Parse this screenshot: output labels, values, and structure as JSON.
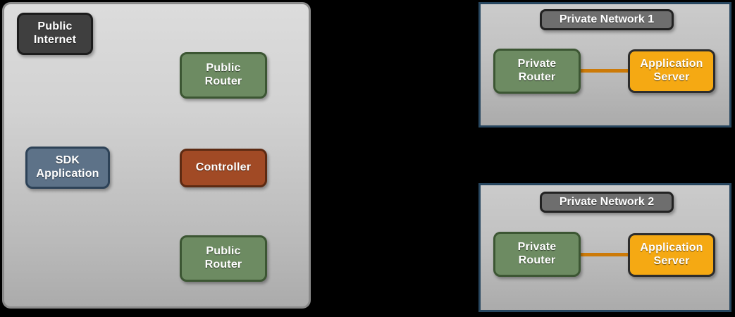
{
  "diagram": {
    "background_color": "#000000",
    "public_cloud": {
      "fill_top": "#dcdcdc",
      "fill_bottom": "#ababab",
      "border_color": "#8a8a8a",
      "nodes": [
        {
          "id": "public-internet",
          "label": "Public\nInternet",
          "kind": "dark",
          "fill": "#3f3f3f",
          "border": "#1c1c1c"
        },
        {
          "id": "public-router-1",
          "label": "Public\nRouter",
          "kind": "green",
          "fill": "#6d8b62",
          "border": "#3c5633"
        },
        {
          "id": "sdk-application",
          "label": "SDK\nApplication",
          "kind": "slate",
          "fill": "#5d7288",
          "border": "#2d4257"
        },
        {
          "id": "controller",
          "label": "Controller",
          "kind": "rust",
          "fill": "#a14a25",
          "border": "#5d2a12"
        },
        {
          "id": "public-router-2",
          "label": "Public\nRouter",
          "kind": "green",
          "fill": "#6d8b62",
          "border": "#3c5633"
        }
      ]
    },
    "private_networks": [
      {
        "id": "private-network-1",
        "title": "Private Network 1",
        "title_fill": "#6e6e6e",
        "border_color": "#27465f",
        "router_label": "Private\nRouter",
        "server_label": "Application\nServer",
        "router_fill": "#6d8b62",
        "server_fill": "#f5a913",
        "link_color": "#cc7a08"
      },
      {
        "id": "private-network-2",
        "title": "Private Network 2",
        "title_fill": "#6e6e6e",
        "border_color": "#27465f",
        "router_label": "Private\nRouter",
        "server_label": "Application\nServer",
        "router_fill": "#6d8b62",
        "server_fill": "#f5a913",
        "link_color": "#cc7a08"
      }
    ]
  }
}
